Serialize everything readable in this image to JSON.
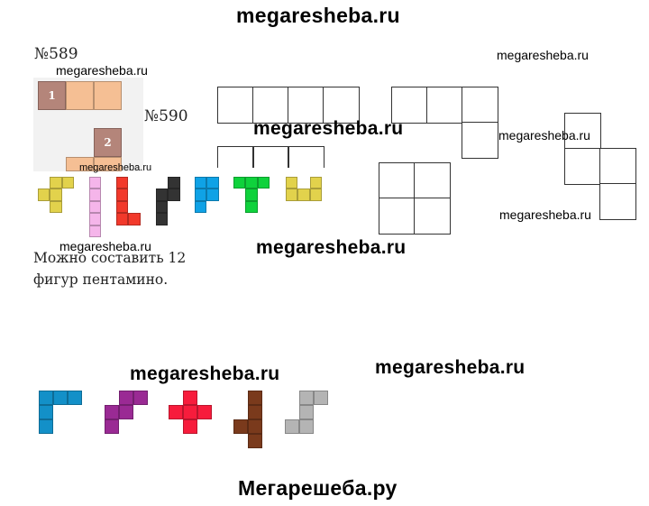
{
  "header": {
    "site": "megaresheba.ru"
  },
  "footer": {
    "site": "Мегарешеба.ру"
  },
  "watermark": "megaresheba.ru",
  "task589": {
    "label": "№589",
    "block1_number": "1",
    "block2_number": "2",
    "colors": {
      "dark": "#b4857a",
      "light": "#f5bf94"
    }
  },
  "task590": {
    "label": "№590",
    "answer_line1": "Можно составить 12",
    "answer_line2": "фигур пентамино."
  },
  "pentomino_colors_row1": [
    "#e2d24c",
    "#f5b5ea",
    "#f2392b",
    "#333333",
    "#0fa2e6",
    "#0fd23c",
    "#e2d24c"
  ],
  "pentomino_colors_row2": [
    "#1390c8",
    "#9a2a94",
    "#f71c3c",
    "#7a3a1c",
    "#b4b4b4"
  ]
}
